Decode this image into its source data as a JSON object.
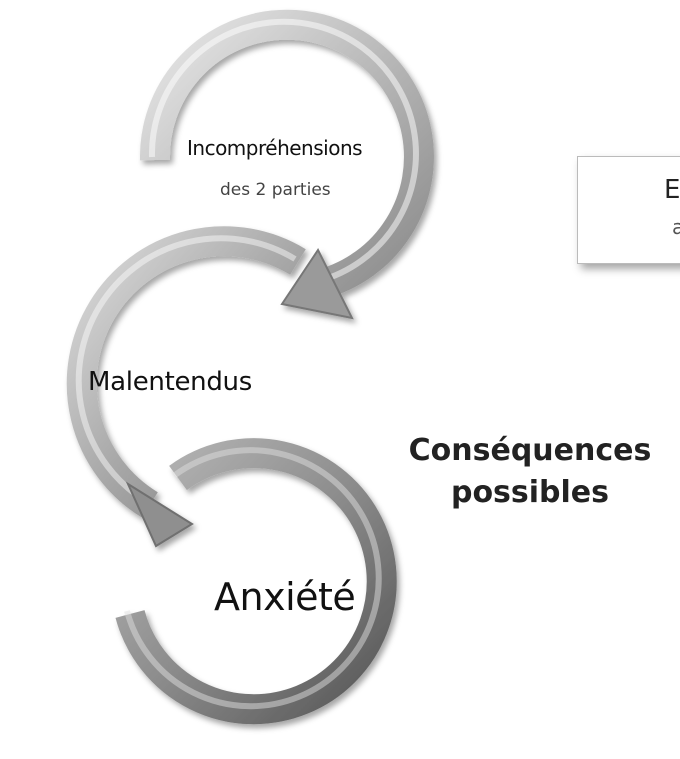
{
  "diagram": {
    "nodes": [
      {
        "id": "incomprehensions",
        "title": "Incompréhensions",
        "subtitle": "des 2 parties"
      },
      {
        "id": "malentendus",
        "title": "Malentendus"
      },
      {
        "id": "anxiete",
        "title": "Anxiété"
      }
    ],
    "side_title": "Conséquences possibles",
    "box": {
      "line1": "E",
      "line2": "a"
    }
  }
}
